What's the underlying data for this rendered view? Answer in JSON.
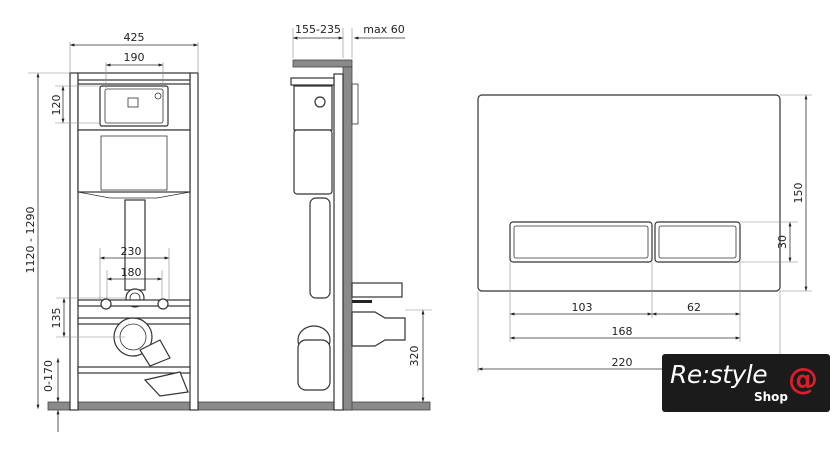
{
  "front_view": {
    "width_total": "425",
    "width_plate": "190",
    "plate_height": "120",
    "total_height": "1120 - 1290",
    "bolt_spacing_outer": "230",
    "bolt_spacing_inner": "180",
    "bolt_to_outlet": "135",
    "leg_adjust": "0-170"
  },
  "side_view": {
    "depth": "155-235",
    "wall_max": "max 60",
    "outlet_height": "320"
  },
  "flush_plate": {
    "height": "150",
    "button_height": "30",
    "left_button_width": "103",
    "right_button_width": "62",
    "buttons_total": "168",
    "plate_width": "220"
  },
  "logo": {
    "brand": "Re:style",
    "sub": "Shop",
    "symbol": "@"
  }
}
